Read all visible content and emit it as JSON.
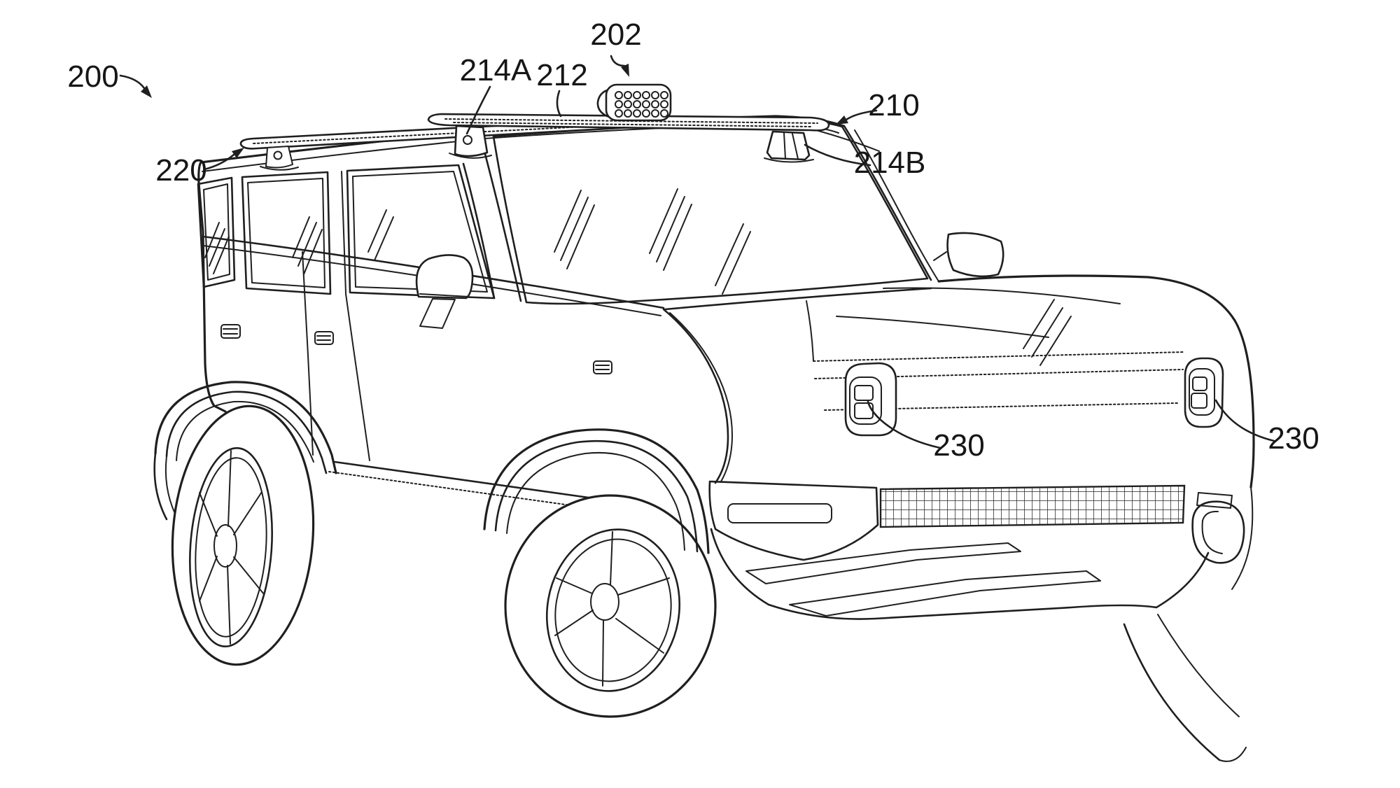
{
  "figure": {
    "kind": "patent-line-drawing",
    "subject": "Sport utility vehicle with roof rack and roof-mounted sensor pod, front three-quarter view",
    "background_color": "#ffffff",
    "line_color": "#1f1f1f",
    "label_color": "#161616"
  },
  "labels": [
    {
      "text": "200"
    },
    {
      "text": "202"
    },
    {
      "text": "214A"
    },
    {
      "text": "212"
    },
    {
      "text": "210"
    },
    {
      "text": "220"
    },
    {
      "text": "214B"
    },
    {
      "text": "230"
    },
    {
      "text": "230"
    }
  ]
}
